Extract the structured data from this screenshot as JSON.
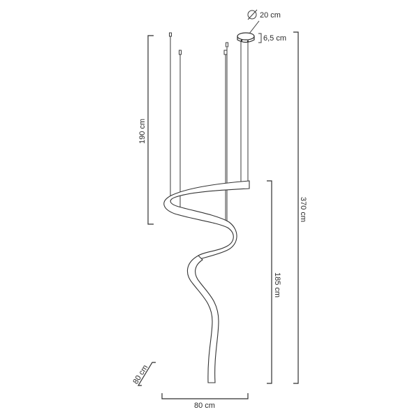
{
  "figure": {
    "type": "technical dimension drawing",
    "subject": "spiral ribbon pendant lamp",
    "line_color": "#2f2f2f",
    "background": "#ffffff"
  },
  "dimensions": {
    "canopy_diameter": "Ø 20 cm",
    "canopy_diameter_symbol": "Ø",
    "canopy_diameter_value": "20 cm",
    "canopy_height": "6,5 cm",
    "suspension_length": "190 cm",
    "body_height": "185 cm",
    "total_height": "370 cm",
    "width": "80 cm",
    "depth": "80 cm"
  }
}
